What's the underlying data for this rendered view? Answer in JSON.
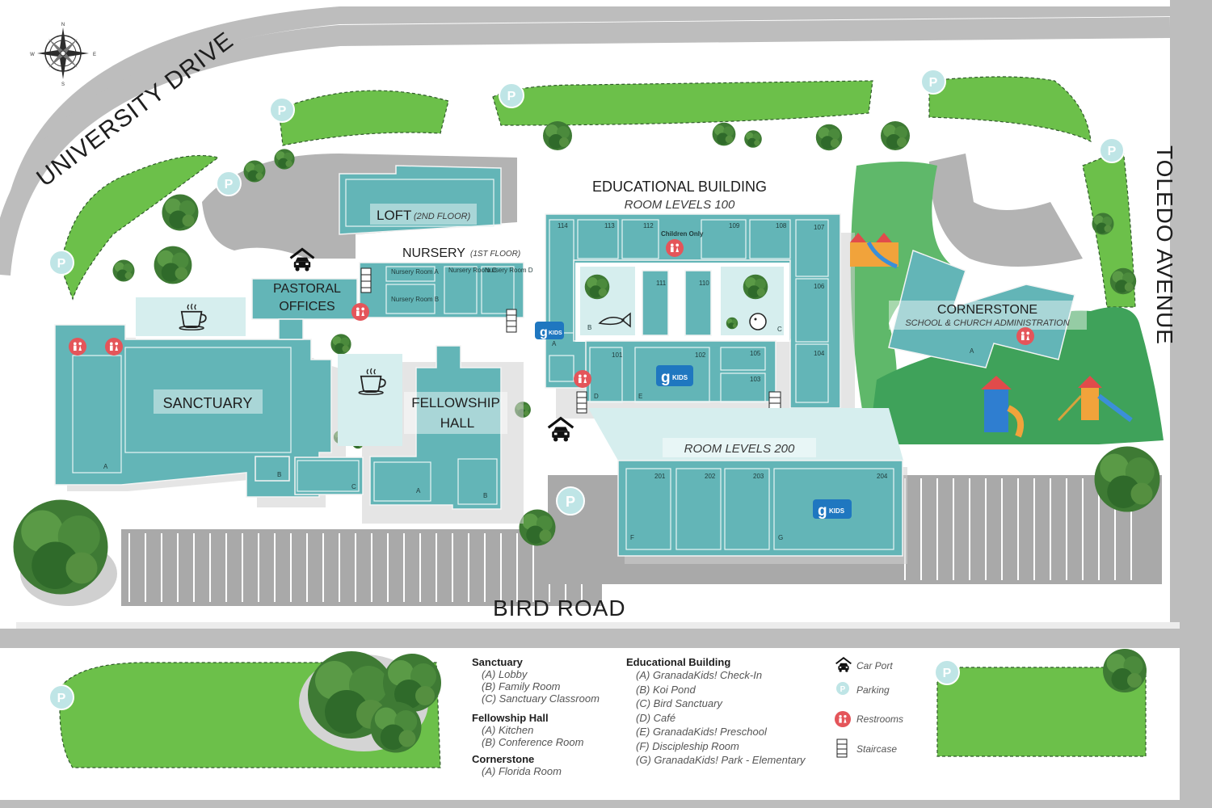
{
  "streets": {
    "north": "UNIVERSITY DRIVE",
    "east": "TOLEDO AVENUE",
    "south": "BIRD ROAD"
  },
  "compass": {
    "n": "N",
    "s": "S",
    "e": "E",
    "w": "W"
  },
  "buildings": {
    "sanctuary": {
      "label": "SANCTUARY",
      "rooms": [
        "A",
        "B",
        "C"
      ]
    },
    "loft": {
      "label": "LOFT",
      "sub": "(2ND FLOOR)"
    },
    "nursery": {
      "label": "NURSERY",
      "sub": "(1ST FLOOR)",
      "rooms": [
        "Nursery Room A",
        "Nursery Room B",
        "Nursery Room C",
        "Nursery Room D"
      ]
    },
    "pastoral": {
      "line1": "PASTORAL",
      "line2": "OFFICES"
    },
    "fellowship": {
      "line1": "FELLOWSHIP",
      "line2": "HALL",
      "rooms": [
        "A",
        "B"
      ]
    },
    "educational": {
      "label": "EDUCATIONAL BUILDING",
      "sub": "ROOM LEVELS 100",
      "children_only": "Children Only",
      "rooms": [
        "114",
        "113",
        "112",
        "109",
        "108",
        "107",
        "106",
        "104",
        "111",
        "110",
        "101",
        "102",
        "105",
        "103"
      ],
      "letters": [
        "A",
        "B",
        "C",
        "D",
        "E"
      ]
    },
    "levels200": {
      "sub": "ROOM LEVELS 200",
      "rooms": [
        "201",
        "202",
        "203",
        "204"
      ],
      "letters": [
        "F",
        "G"
      ]
    },
    "cornerstone": {
      "label": "CORNERSTONE",
      "sub": "SCHOOL & CHURCH ADMINISTRATION",
      "rooms": [
        "A"
      ]
    }
  },
  "icons": {
    "parking_letter": "P",
    "kids_letter": "g",
    "kids_word": "KIDS"
  },
  "legend": {
    "sanctuary": {
      "title": "Sanctuary",
      "items": [
        "(A) Lobby",
        "(B) Family Room",
        "(C) Sanctuary Classroom"
      ]
    },
    "fellowship": {
      "title": "Fellowship Hall",
      "items": [
        "(A) Kitchen",
        "(B) Conference Room"
      ]
    },
    "cornerstone": {
      "title": "Cornerstone",
      "items": [
        "(A) Florida Room"
      ]
    },
    "educational": {
      "title": "Educational Building",
      "items": [
        "(A) GranadaKids! Check-In",
        "(B) Koi Pond",
        "(C) Bird Sanctuary",
        "(D) Café",
        "(E) GranadaKids! Preschool",
        "(F) Discipleship Room",
        "(G) GranadaKids! Park - Elementary"
      ]
    },
    "key": {
      "carport": "Car Port",
      "parking": "Parking",
      "restrooms": "Restrooms",
      "staircase": "Staircase"
    }
  },
  "colors": {
    "building": "#63b5b7",
    "grass": "#6cc04a",
    "road": "#bdbdbd",
    "restroom": "#e4555a",
    "parking": "#bfe5e6"
  }
}
